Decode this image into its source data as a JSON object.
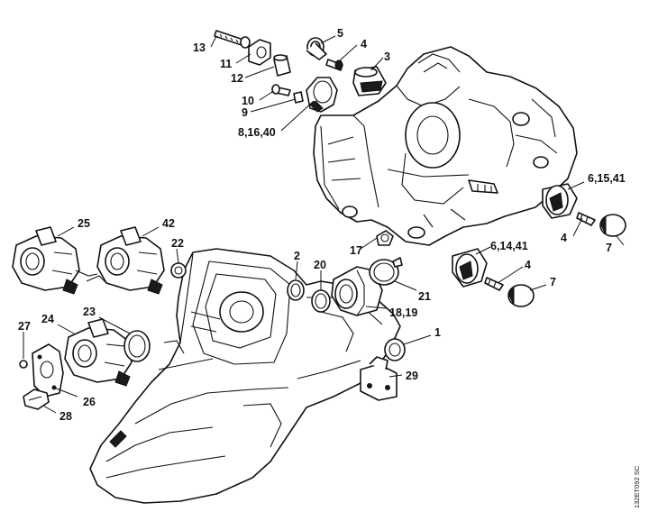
{
  "diagram": {
    "drawing_code": "132ET092 SC",
    "callouts": {
      "c13": "13",
      "c11": "11",
      "c12": "12",
      "c10": "10",
      "c9": "9",
      "c8_16_40": "8,16,40",
      "c5": "5",
      "c4_top": "4",
      "c3": "3",
      "c6_15_41": "6,15,41",
      "c4_right_upper": "4",
      "c7_upper": "7",
      "c6_14_41": "6,14,41",
      "c4_right_lower": "4",
      "c7_lower": "7",
      "c25": "25",
      "c42": "42",
      "c22": "22",
      "c2": "2",
      "c20": "20",
      "c17": "17",
      "c21": "21",
      "c18_19": "18,19",
      "c1": "1",
      "c27": "27",
      "c24": "24",
      "c23": "23",
      "c26": "26",
      "c28": "28",
      "c29": "29"
    }
  }
}
